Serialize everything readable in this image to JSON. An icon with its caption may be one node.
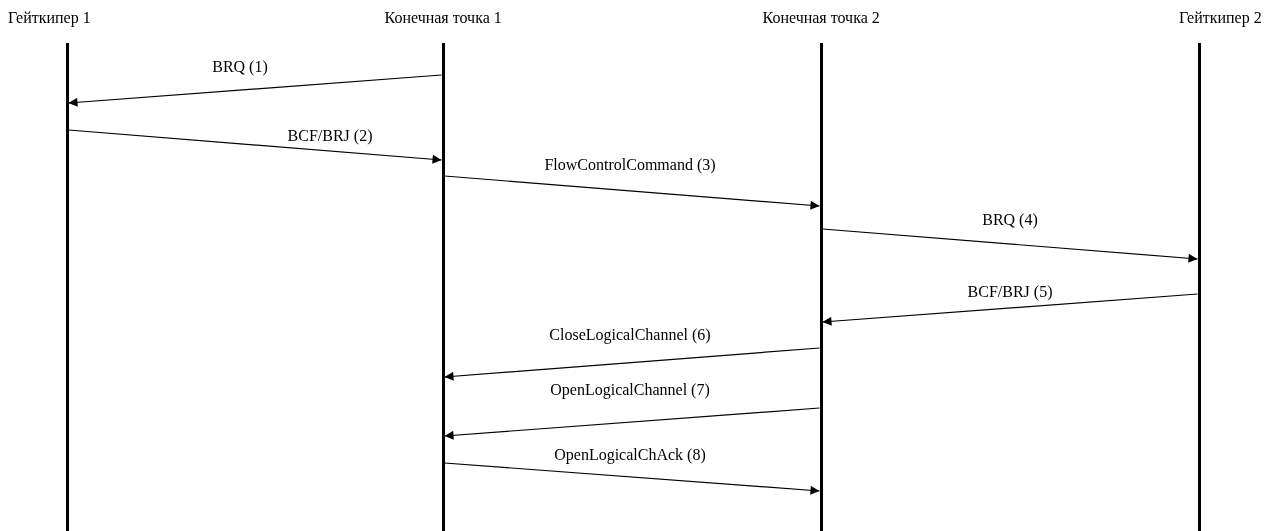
{
  "diagram": {
    "nodes": [
      {
        "text": [
          "Гейткипер 1"
        ]
      },
      {
        "text": [
          "Конечная точка 1"
        ]
      },
      {
        "text": [
          "Конечная точка 2"
        ]
      },
      {
        "text": [
          "Гейткипер 2"
        ]
      }
    ],
    "edges": [
      {
        "from": 1,
        "to": 0,
        "arrow": "to",
        "label": "BRQ (1)"
      },
      {
        "from": 0,
        "to": 1,
        "arrow": "to",
        "label": "BCF/BRJ (2)"
      },
      {
        "from": 1,
        "to": 2,
        "arrow": "to",
        "label": "FlowControlCommand (3)"
      },
      {
        "from": 2,
        "to": 3,
        "arrow": "to",
        "label": "BRQ (4)"
      },
      {
        "from": 3,
        "to": 2,
        "arrow": "to",
        "label": "BCF/BRJ (5)"
      },
      {
        "from": 2,
        "to": 1,
        "arrow": "to",
        "label": "CloseLogicalChannel (6)"
      },
      {
        "from": 2,
        "to": 1,
        "arrow": "to",
        "label": "OpenLogicalChannel (7)"
      },
      {
        "from": 1,
        "to": 2,
        "arrow": "to",
        "label": "OpenLogicalChAck (8)"
      }
    ]
  }
}
